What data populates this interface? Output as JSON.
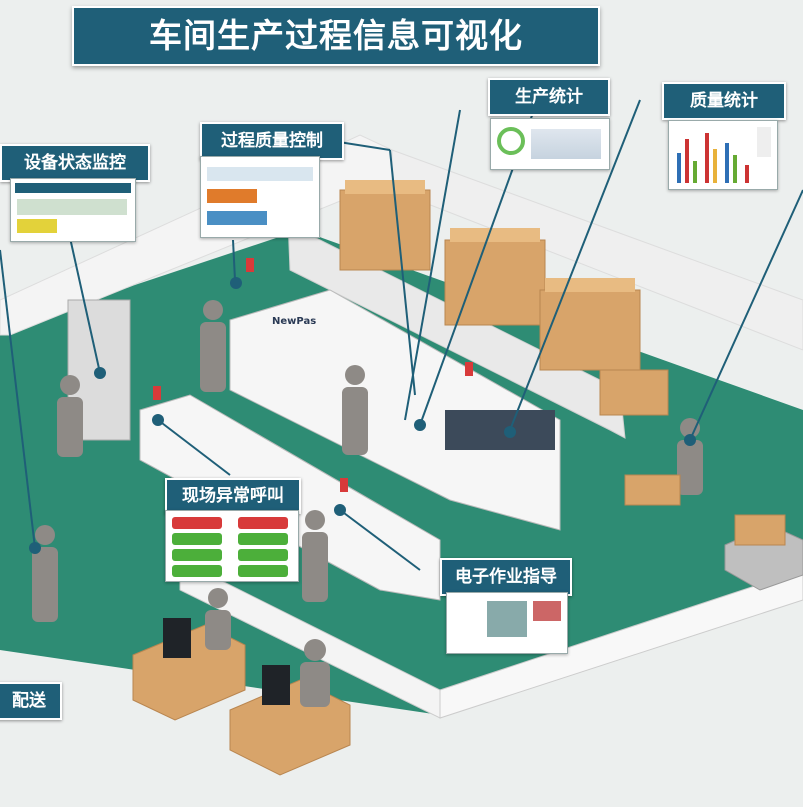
{
  "title": "车间生产过程信息可视化",
  "callouts": {
    "production_stats": "生产统计",
    "quality_stats": "质量统计",
    "process_quality": "过程质量控制",
    "equipment_monitor": "设备状态监控",
    "anomaly_call": "现场异常呼叫",
    "e_work_guide": "电子作业指导",
    "delivery_partial": "配送"
  },
  "machine_brand": "NewPas",
  "colors": {
    "callout_bg": "#1f5f78",
    "floor": "#2e8c74",
    "wall": "#f1f1f1",
    "box": "#d8a46a",
    "figure": "#8e8a86",
    "alarm_red": "#d83a3a",
    "alarm_green": "#4caf3a"
  }
}
